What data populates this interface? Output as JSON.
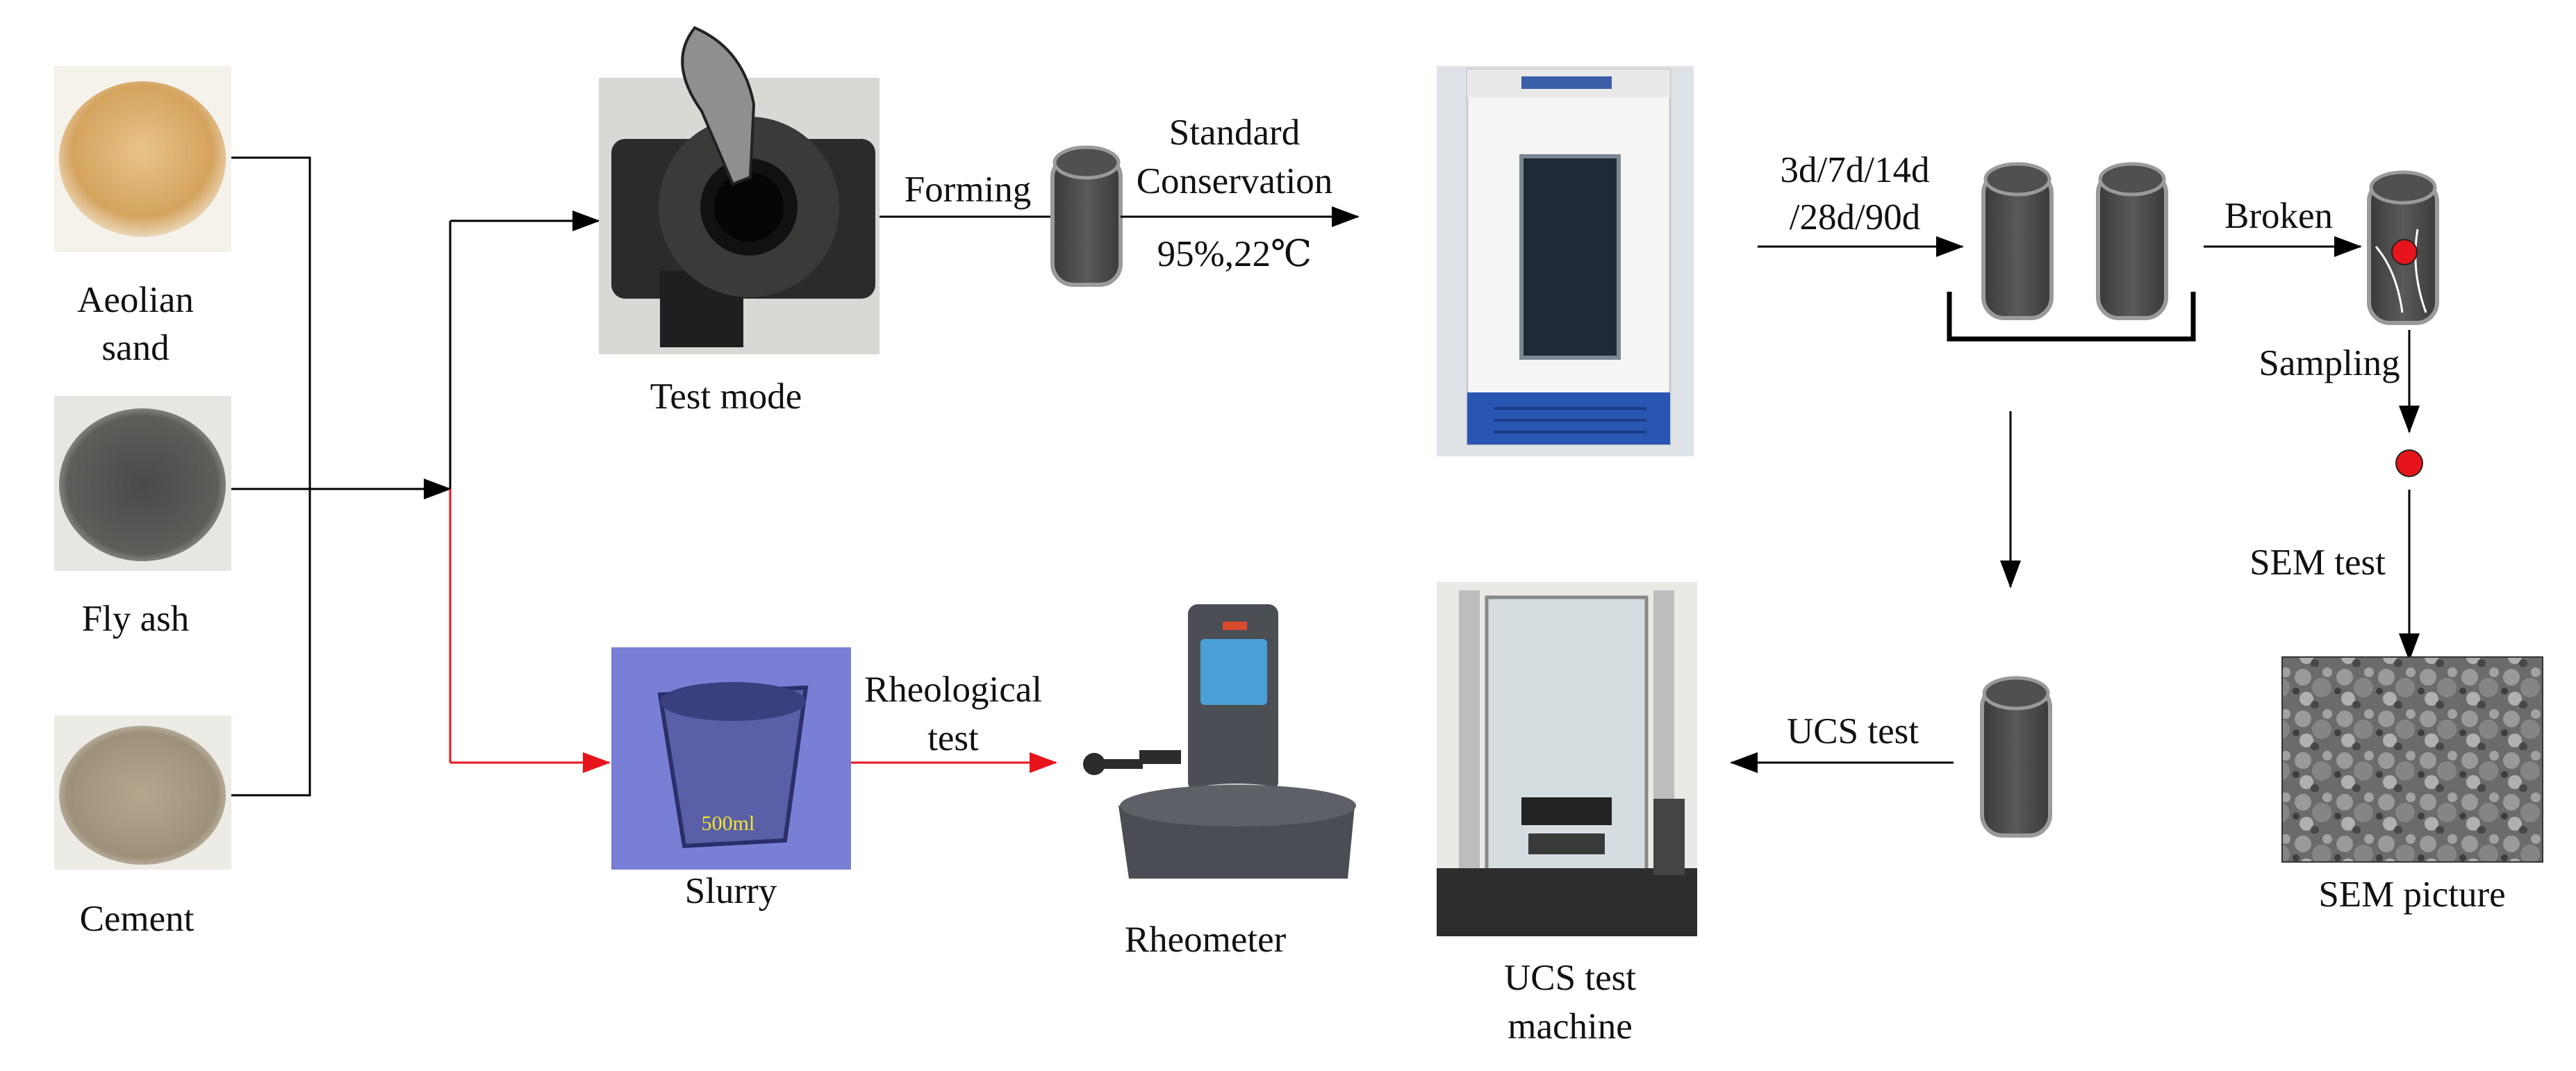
{
  "materials": {
    "aeolian_line1": "Aeolian",
    "aeolian_line2": "sand",
    "fly_ash": "Fly ash",
    "cement": "Cement"
  },
  "steps": {
    "test_mode": "Test mode",
    "forming": "Forming",
    "standard_line1": "Standard",
    "standard_line2": "Conservation",
    "curing_condition": "95%,22℃",
    "ages_line1": "3d/7d/14d",
    "ages_line2": "/28d/90d",
    "broken": "Broken",
    "sampling": "Sampling",
    "sem_test": "SEM test",
    "sem_picture": "SEM picture",
    "slurry": "Slurry",
    "beaker_volume": "500ml",
    "rheological_line1": "Rheological",
    "rheological_line2": "test",
    "rheometer": "Rheometer",
    "ucs_test": "UCS test",
    "ucs_machine_line1": "UCS test",
    "ucs_machine_line2": "machine"
  },
  "colors": {
    "arrow": "#000000",
    "slurry_path": "#e8141b",
    "specimen": "#4a4a4a",
    "specimen_edge": "#9a9a9a",
    "sample_dot": "#e8141b",
    "sand": "#d9aa66",
    "fly_ash": "#5a5a5a",
    "cement": "#a89c82"
  }
}
